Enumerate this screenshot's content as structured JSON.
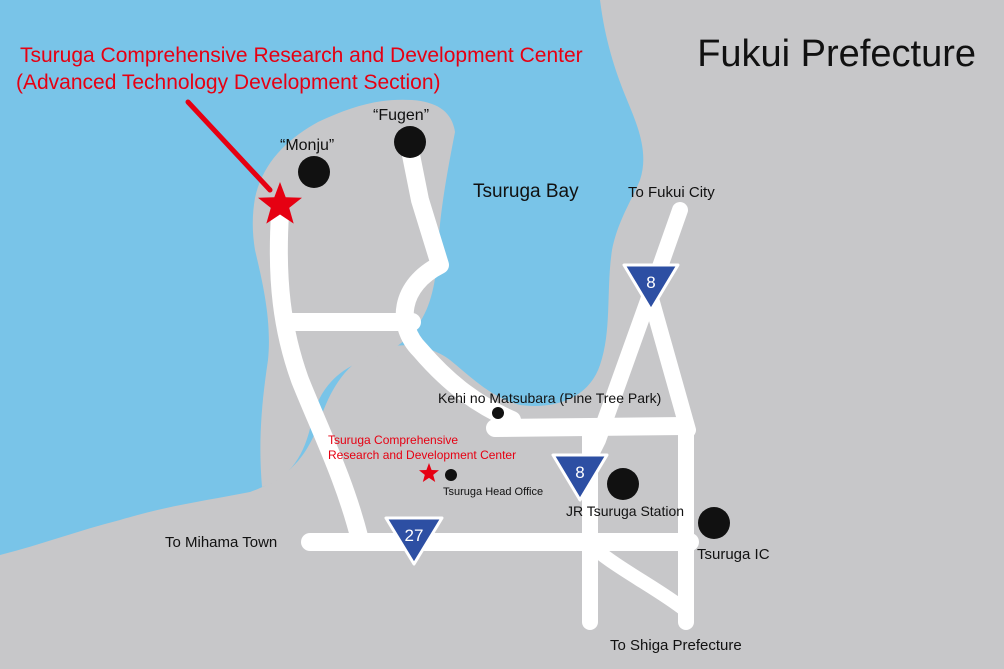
{
  "title": "Fukui Prefecture",
  "colors": {
    "sea": "#79c4e8",
    "land": "#c7c7c9",
    "road": "#ffffff",
    "marker": "#111111",
    "shield": "#2d4fa3",
    "accent_red": "#e60012",
    "text": "#111111"
  },
  "callout": {
    "line1": "Tsuruga Comprehensive Research and Development Center",
    "line2": "(Advanced Technology Development Section)"
  },
  "places": {
    "monju": "“Monju”",
    "fugen": "“Fugen”",
    "bay": "Tsuruga Bay",
    "fukui_city": "To Fukui City",
    "kehi": "Kehi no Matsubara (Pine Tree Park)",
    "center_line1": "Tsuruga Comprehensive",
    "center_line2": "Research and Development Center",
    "head_office": "Tsuruga Head Office",
    "jr_station": "JR Tsuruga Station",
    "mihama": "To Mihama Town",
    "tsuruga_ic": "Tsuruga IC",
    "shiga": "To Shiga Prefecture"
  },
  "routes": {
    "route8_north": "8",
    "route8_south": "8",
    "route27": "27"
  },
  "icons": [
    "star-icon",
    "location-dot-icon",
    "route-shield-icon",
    "arrow-icon"
  ]
}
